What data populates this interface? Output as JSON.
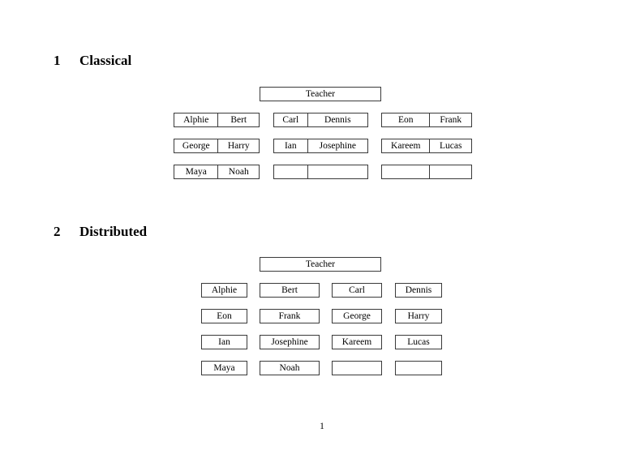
{
  "document": {
    "page_number": "1"
  },
  "sections": [
    {
      "number": "1",
      "title": "Classical",
      "root_label": "Teacher",
      "groups": [
        {
          "name": "group-left",
          "rows": [
            [
              "Alphie",
              "Bert"
            ],
            [
              "George",
              "Harry"
            ],
            [
              "Maya",
              "Noah"
            ]
          ]
        },
        {
          "name": "group-middle",
          "rows": [
            [
              "Carl",
              "Dennis"
            ],
            [
              "Ian",
              "Josephine"
            ],
            [
              "",
              ""
            ]
          ]
        },
        {
          "name": "group-right",
          "rows": [
            [
              "Eon",
              "Frank"
            ],
            [
              "Kareem",
              "Lucas"
            ],
            [
              "",
              ""
            ]
          ]
        }
      ]
    },
    {
      "number": "2",
      "title": "Distributed",
      "root_label": "Teacher",
      "rows": [
        [
          "Alphie",
          "Bert",
          "Carl",
          "Dennis"
        ],
        [
          "Eon",
          "Frank",
          "George",
          "Harry"
        ],
        [
          "Ian",
          "Josephine",
          "Kareem",
          "Lucas"
        ],
        [
          "Maya",
          "Noah",
          "",
          ""
        ]
      ]
    }
  ],
  "colors": {
    "page_background": "#ffffff",
    "text": "#000000",
    "box_border": "#3a3a3a"
  }
}
